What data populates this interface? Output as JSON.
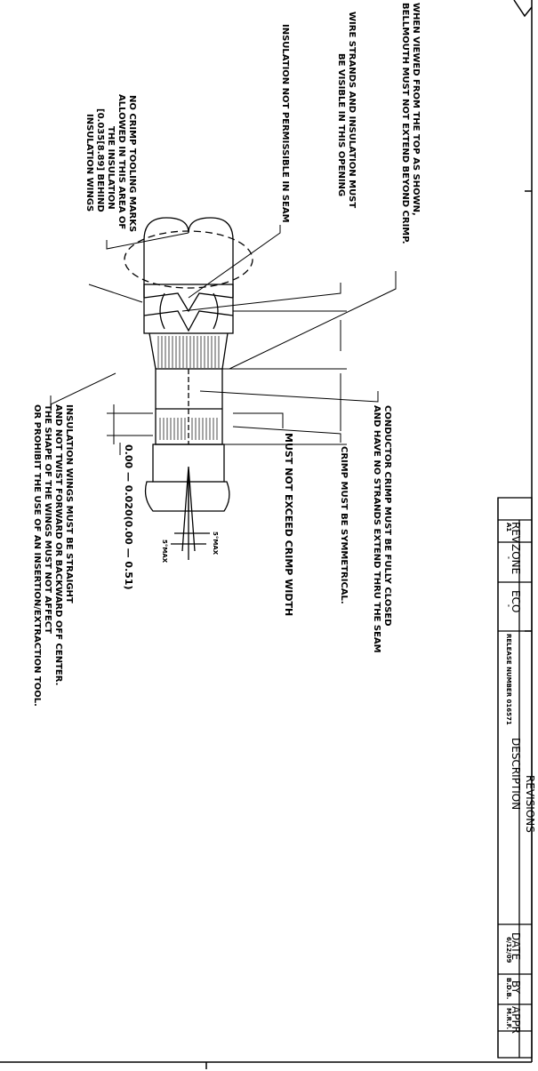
{
  "notes": {
    "bellmouth": [
      "WHEN VIEWED FROM THE TOP AS SHOWN,",
      "BELLMOUTH MUST NOT EXTEND BEYOND CRIMP."
    ],
    "wire_strands": [
      "WIRE STRANDS AND INSULATION MUST",
      "BE VISIBLE IN THIS OPENING"
    ],
    "insulation_seam": "INSULATION NOT PERMISSIBLE IN SEAM",
    "no_tooling_marks": [
      "NO CRIMP TOOLING MARKS",
      "ALLOWED IN THIS AREA OF",
      "THE INSULATION",
      "[0.035[8.89] BEHIND",
      "INSULATION WINGS"
    ],
    "conductor_crimp": [
      "CONDUCTOR CRIMP MUST BE FULLY CLOSED",
      "AND HAVE NO STRANDS EXTEND THRU THE SEAM"
    ],
    "symmetrical": "CRIMP MUST BE SYMMETRICAL.",
    "crimp_width": "MUST NOT EXCEED CRIMP WIDTH",
    "insulation_wings": [
      "INSULATION WINGS MUST BE STRAIGHT",
      "AND NOT TWIST FORWARD OR BACKWARD OFF CENTER.",
      "THE SHAPE OF THE WINGS MUST NOT AFFECT",
      "OR PROHIBIT THE USE OF AN INSERTION/EXTRACTION TOOL."
    ],
    "dimension": "0.00 — 0.020(0.00 — 0.51)",
    "angle_1": "5°MAX",
    "angle_2": "5°MAX"
  },
  "revisions": {
    "title": "REVISIONS",
    "headers": {
      "rev": "REV",
      "zone": "ZONE",
      "eco": "ECO",
      "description": "DESCRIPTION",
      "date": "DATE",
      "by": "BY",
      "appr": "APPR"
    },
    "row": {
      "rev": "A1",
      "zone": "-",
      "eco": "-",
      "description": "RELEASE NUMBER 016571",
      "date": "6/12/09",
      "by": "B.D.B.",
      "appr": "M.R.F."
    }
  }
}
